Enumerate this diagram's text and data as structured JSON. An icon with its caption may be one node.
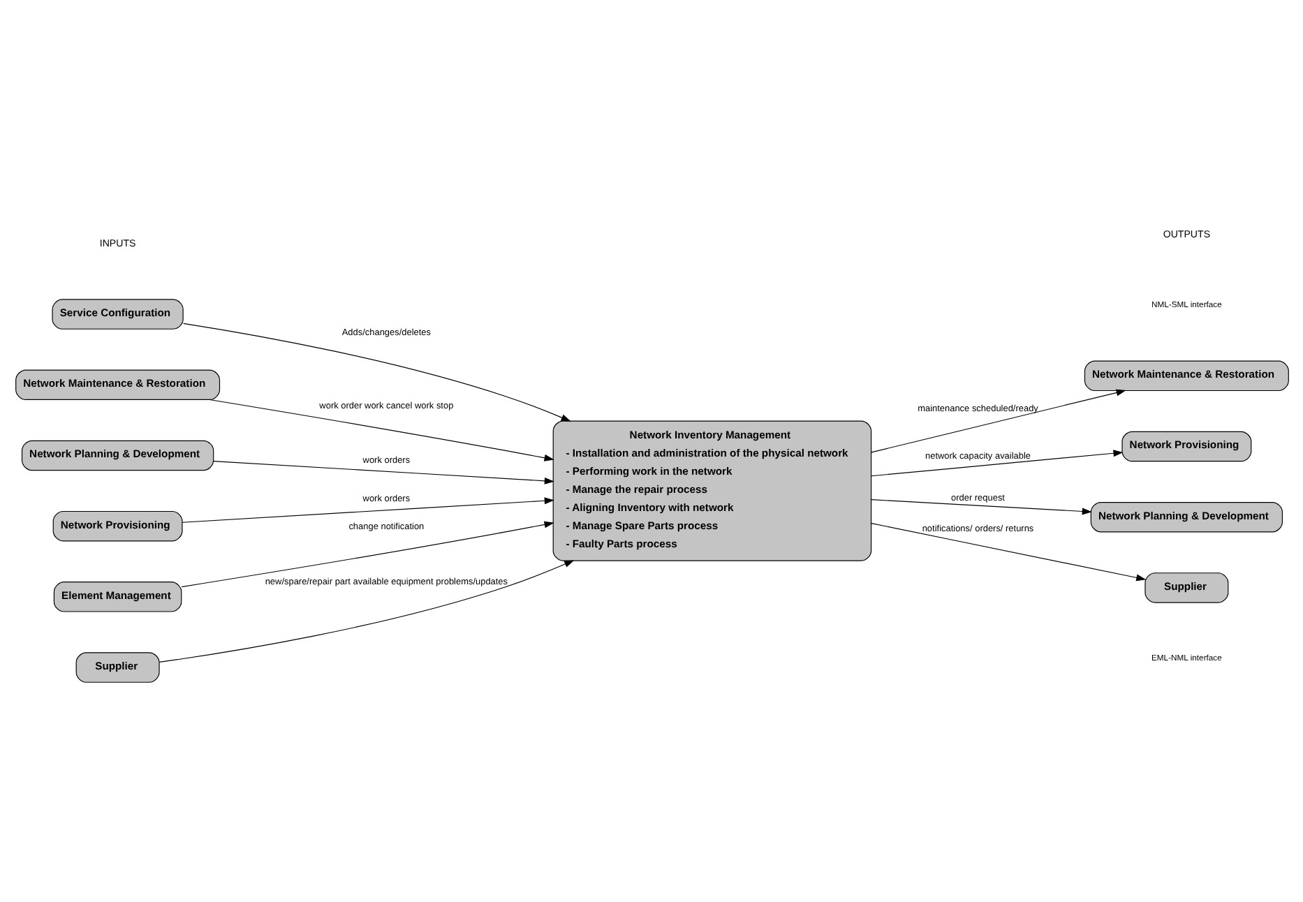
{
  "diagram": {
    "nodes": [
      {
        "text": [
          "Service Configuration"
        ]
      },
      {
        "text": [
          "Network Maintenance & Restoration"
        ]
      },
      {
        "text": [
          "Network Planning & Development"
        ]
      },
      {
        "text": [
          "Network Provisioning"
        ]
      },
      {
        "text": [
          "Network Inventory Management",
          "- Installation and administration of the physical network",
          "- Performing work in the network",
          "- Manage the repair process",
          "- Aligning Inventory with network",
          "- Manage Spare Parts process",
          "- Faulty Parts process"
        ]
      },
      {
        "text": [
          "Network Maintenance & Restoration"
        ]
      },
      {
        "text": [
          "Network Provisioning"
        ]
      },
      {
        "text": [
          "Network Planning & Development"
        ]
      },
      {
        "text": [
          "Element Management"
        ]
      },
      {
        "text": [
          "Supplier"
        ]
      },
      {
        "text": [
          "Supplier"
        ]
      }
    ],
    "edges": [
      {
        "from": 0,
        "to": 4,
        "arrow": "to",
        "label": "Adds/changes/deletes"
      },
      {
        "from": 1,
        "to": 4,
        "arrow": "to",
        "label": "work order work cancel work stop"
      },
      {
        "from": 2,
        "to": 4,
        "arrow": "to",
        "label": "work orders"
      },
      {
        "from": 3,
        "to": 4,
        "arrow": "to",
        "label": "work orders"
      },
      {
        "from": 4,
        "to": 5,
        "arrow": "to",
        "label": "maintenance scheduled/ready"
      },
      {
        "from": 4,
        "to": 6,
        "arrow": "to",
        "label": "network capacity available"
      },
      {
        "from": 4,
        "to": 7,
        "arrow": "to",
        "label": "order request"
      },
      {
        "from": 8,
        "to": 4,
        "arrow": "to",
        "label": "change notification"
      },
      {
        "from": 9,
        "to": 4,
        "arrow": "to",
        "label": "new/spare/repair part available equipment problems/updates"
      },
      {
        "from": 4,
        "to": 10,
        "arrow": "to",
        "label": "notifications/ orders/ returns"
      }
    ],
    "labels": [
      "INPUTS",
      "OUTPUTS",
      "NML-SML interface",
      "EML-NML interface"
    ]
  }
}
